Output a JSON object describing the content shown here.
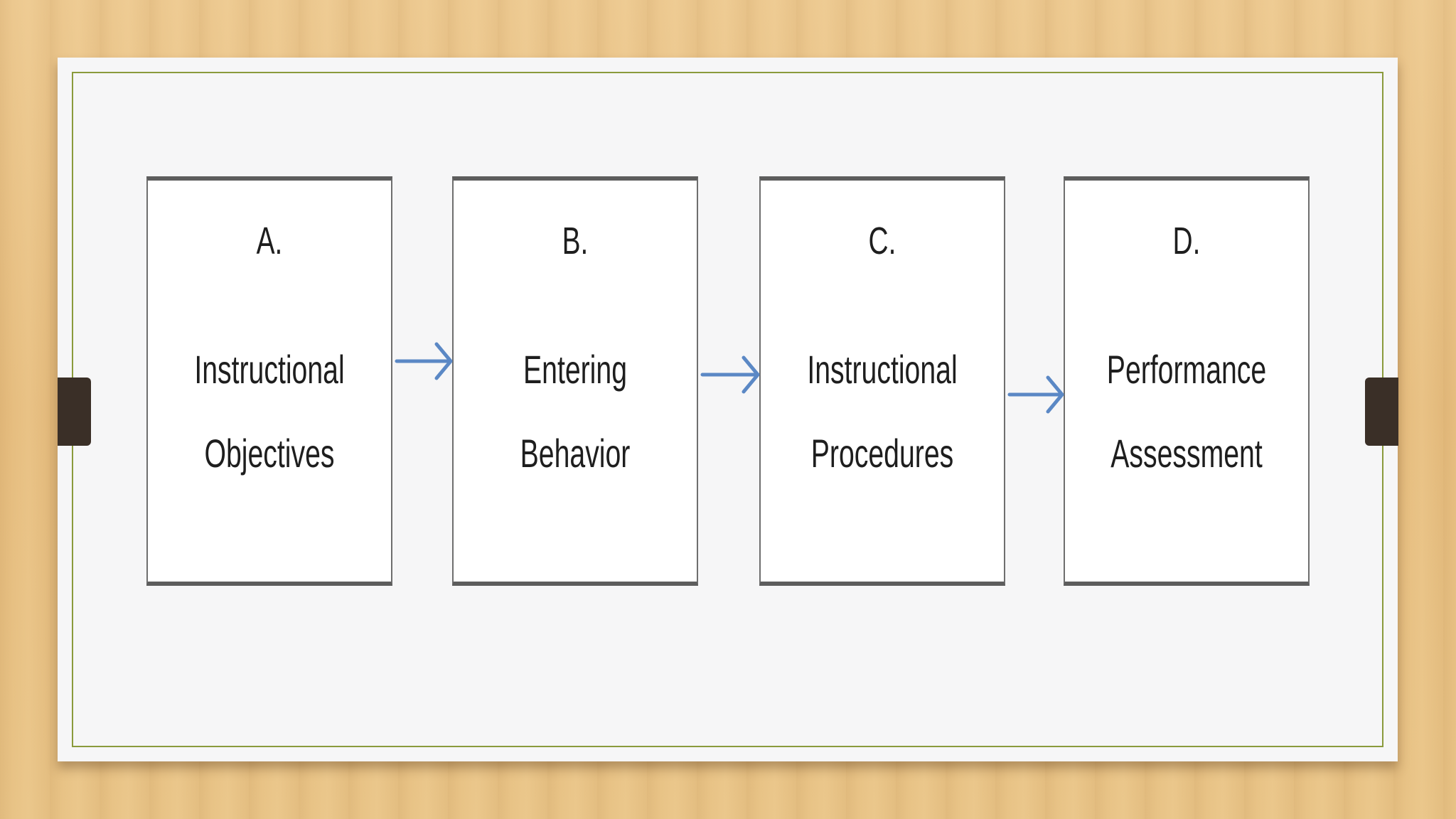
{
  "diagram": {
    "steps": [
      {
        "letter": "A.",
        "line1": "Instructional",
        "line2": "Objectives"
      },
      {
        "letter": "B.",
        "line1": "Entering",
        "line2": "Behavior"
      },
      {
        "letter": "C.",
        "line1": "Instructional",
        "line2": "Procedures"
      },
      {
        "letter": "D.",
        "line1": "Performance",
        "line2": "Assessment"
      }
    ]
  },
  "colors": {
    "arrow": "#5b88c5",
    "frame": "#8a9a3c",
    "tab": "#3a2f27"
  }
}
